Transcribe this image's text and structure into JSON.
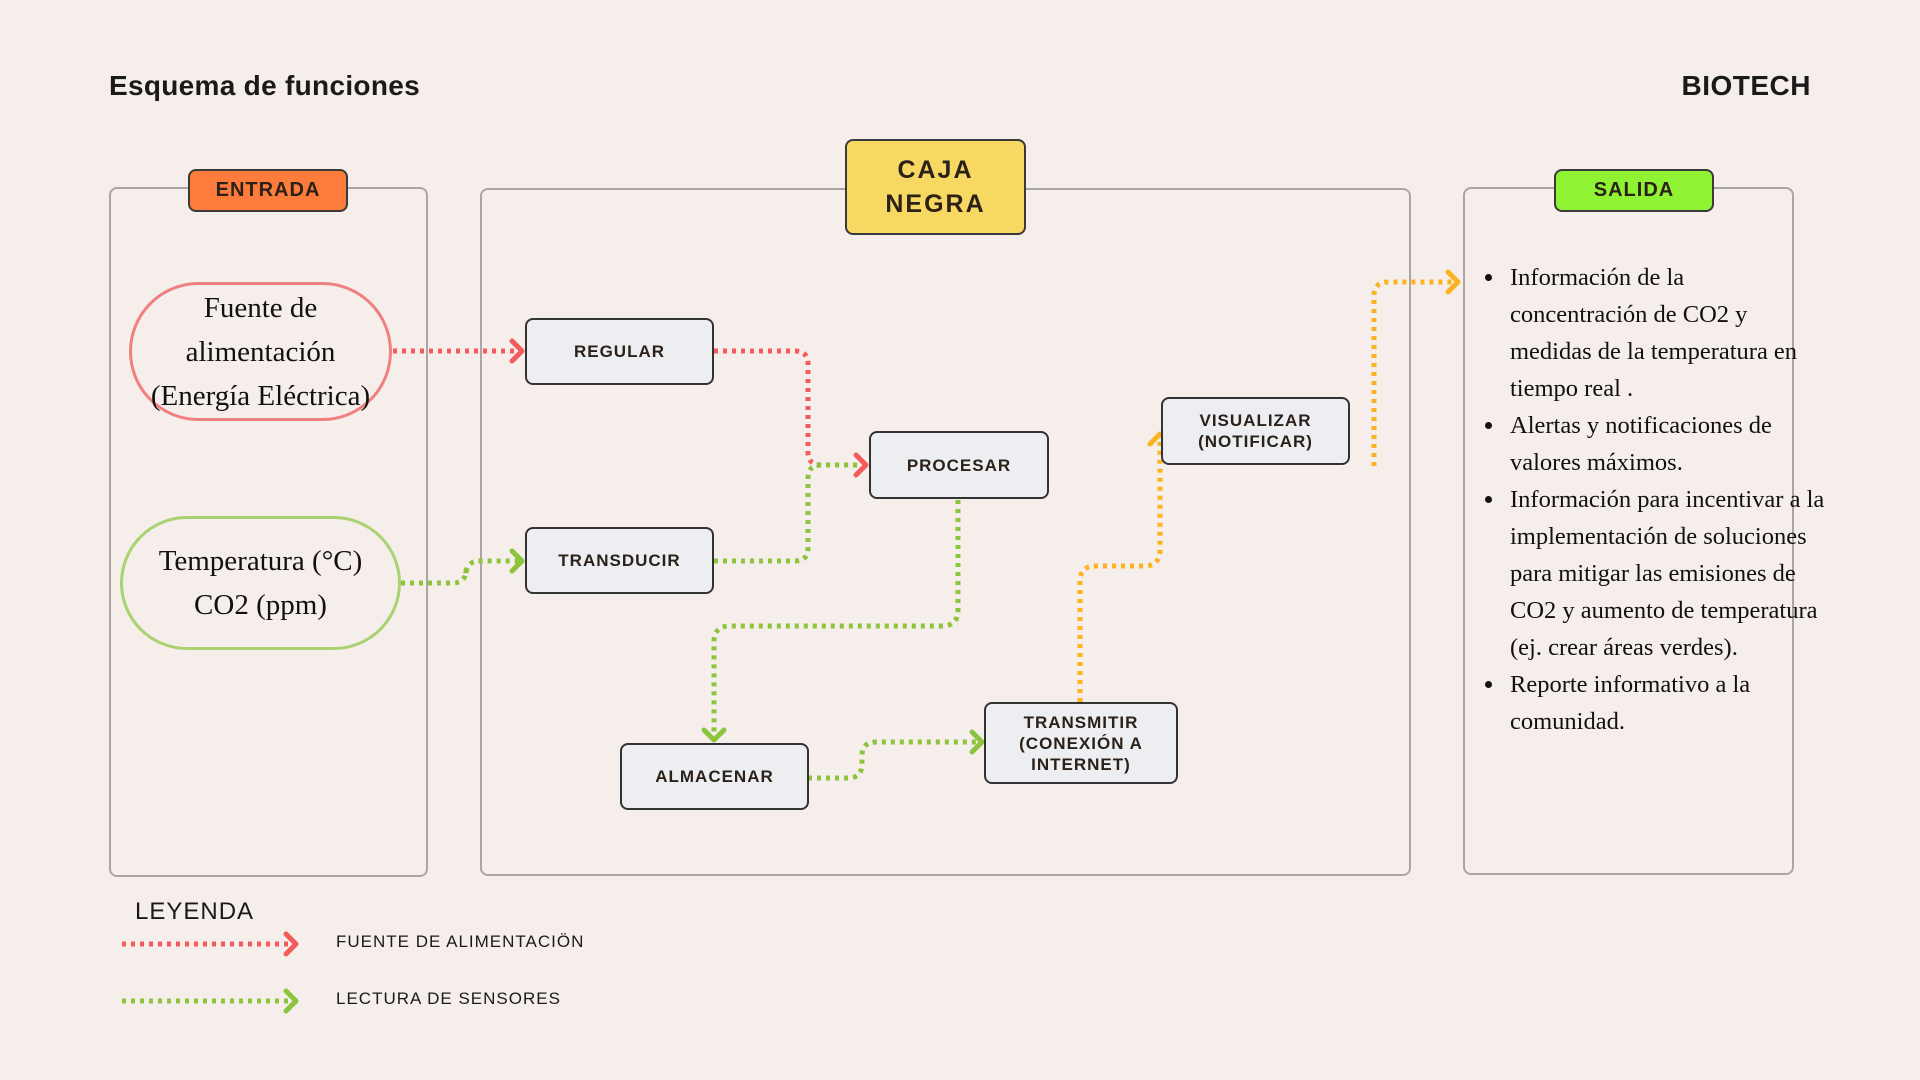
{
  "header": {
    "title": "Esquema de funciones",
    "brand": "BIOTECH"
  },
  "sections": {
    "entrada": "ENTRADA",
    "caja_negra": [
      "CAJA",
      "NEGRA"
    ],
    "salida": "SALIDA"
  },
  "inputs": {
    "power": [
      "Fuente de",
      "alimentación",
      "(Energía Eléctrica)"
    ],
    "sensors": [
      "Temperatura (°C)",
      "CO2 (ppm)"
    ]
  },
  "nodes": {
    "regular": "REGULAR",
    "transducir": "TRANSDUCIR",
    "procesar": "PROCESAR",
    "visualizar": [
      "VISUALIZAR",
      "(NOTIFICAR)"
    ],
    "almacenar": "ALMACENAR",
    "transmitir": [
      "TRANSMITIR",
      "(CONEXIÓN A",
      "INTERNET)"
    ]
  },
  "outputs": [
    "Información de la concentración de CO2 y medidas de la temperatura en tiempo real .",
    "Alertas y notificaciones de valores máximos.",
    "Información para incentivar a la implementación de soluciones para mitigar las emisiones de CO2 y aumento de temperatura (ej. crear áreas verdes).",
    "Reporte informativo a la comunidad."
  ],
  "legend": {
    "title": "LEYENDA",
    "items": [
      "FUENTE DE ALIMENTACIÖN",
      "LECTURA DE SENSORES"
    ]
  },
  "colors": {
    "background": "#f5eeea",
    "entrada_tag": "#fe7c3b",
    "caja_negra_tag": "#f7d862",
    "salida_tag": "#8ff233",
    "power_flow": "#f25c5c",
    "sensor_flow": "#8cc43c",
    "output_flow": "#fbb321",
    "power_oval": "#f08080",
    "sensor_oval": "#a9d272"
  }
}
